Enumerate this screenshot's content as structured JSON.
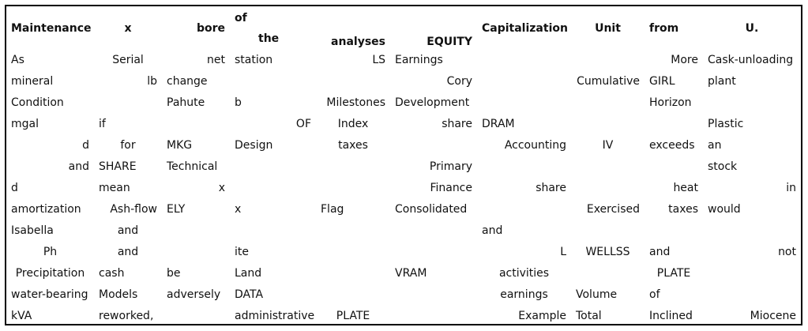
{
  "headers": [
    {
      "text": "Maintenance",
      "align": "l"
    },
    {
      "text": "x",
      "align": "c"
    },
    {
      "text": "bore",
      "align": "r"
    },
    {
      "text_top": "of",
      "text_bottom": "the",
      "align": "split"
    },
    {
      "text": "analyses",
      "align": "r",
      "valign": "vb"
    },
    {
      "text": "EQUITY",
      "align": "r",
      "valign": "vb"
    },
    {
      "text": "Capitalization",
      "align": "c"
    },
    {
      "text": "Unit",
      "align": "c"
    },
    {
      "text": "from",
      "align": "l"
    },
    {
      "text": "U.",
      "align": "c"
    }
  ],
  "rows": [
    [
      [
        "As",
        "l"
      ],
      [
        "Serial",
        "c"
      ],
      [
        "net",
        "r"
      ],
      [
        "station",
        "l"
      ],
      [
        "LS",
        "r"
      ],
      [
        "Earnings",
        "l"
      ],
      [
        "",
        ""
      ],
      [
        "",
        ""
      ],
      [
        "More",
        "r"
      ],
      [
        "Cask-unloading",
        "l"
      ]
    ],
    [
      [
        "mineral",
        "l"
      ],
      [
        "lb",
        "r"
      ],
      [
        "change",
        "l"
      ],
      [
        "",
        ""
      ],
      [
        "",
        ""
      ],
      [
        "Cory",
        "r"
      ],
      [
        "",
        ""
      ],
      [
        "Cumulative",
        "r"
      ],
      [
        "GIRL",
        "l"
      ],
      [
        "plant",
        "l"
      ]
    ],
    [
      [
        "Condition",
        "l"
      ],
      [
        "",
        ""
      ],
      [
        "Pahute",
        "l"
      ],
      [
        "b",
        "l"
      ],
      [
        "Milestones",
        "r"
      ],
      [
        "Development",
        "l"
      ],
      [
        "",
        ""
      ],
      [
        "",
        ""
      ],
      [
        "Horizon",
        "l"
      ],
      [
        "",
        ""
      ]
    ],
    [
      [
        "mgal",
        "l"
      ],
      [
        "if",
        "l"
      ],
      [
        "",
        ""
      ],
      [
        "OF",
        "r"
      ],
      [
        "Index",
        "c"
      ],
      [
        "share",
        "r"
      ],
      [
        "DRAM",
        "l"
      ],
      [
        "",
        ""
      ],
      [
        "",
        ""
      ],
      [
        "Plastic",
        "l"
      ]
    ],
    [
      [
        "d",
        "r"
      ],
      [
        "for",
        "c"
      ],
      [
        "MKG",
        "l"
      ],
      [
        "Design",
        "l"
      ],
      [
        "taxes",
        "c"
      ],
      [
        "",
        ""
      ],
      [
        "Accounting",
        "r"
      ],
      [
        "IV",
        "c"
      ],
      [
        "exceeds",
        "l"
      ],
      [
        "an",
        "l"
      ]
    ],
    [
      [
        "and",
        "r"
      ],
      [
        "SHARE",
        "l"
      ],
      [
        "Technical",
        "l"
      ],
      [
        "",
        ""
      ],
      [
        "",
        ""
      ],
      [
        "Primary",
        "r"
      ],
      [
        "",
        ""
      ],
      [
        "",
        ""
      ],
      [
        "",
        ""
      ],
      [
        "stock",
        "l"
      ]
    ],
    [
      [
        "d",
        "l"
      ],
      [
        "mean",
        "l"
      ],
      [
        "x",
        "r"
      ],
      [
        "",
        ""
      ],
      [
        "",
        ""
      ],
      [
        "Finance",
        "r"
      ],
      [
        "share",
        "r"
      ],
      [
        "",
        ""
      ],
      [
        "heat",
        "r"
      ],
      [
        "in",
        "r"
      ]
    ],
    [
      [
        "amortization",
        "l"
      ],
      [
        "Ash-flow",
        "r"
      ],
      [
        "ELY",
        "l"
      ],
      [
        "x",
        "l"
      ],
      [
        "Flag",
        "l"
      ],
      [
        "Consolidated",
        "l"
      ],
      [
        "",
        ""
      ],
      [
        "Exercised",
        "r"
      ],
      [
        "taxes",
        "r"
      ],
      [
        "would",
        "l"
      ]
    ],
    [
      [
        "Isabella",
        "l"
      ],
      [
        "and",
        "c"
      ],
      [
        "",
        ""
      ],
      [
        "",
        ""
      ],
      [
        "",
        ""
      ],
      [
        "",
        ""
      ],
      [
        "and",
        "l"
      ],
      [
        "",
        ""
      ],
      [
        "",
        ""
      ],
      [
        "",
        ""
      ]
    ],
    [
      [
        "Ph",
        "c"
      ],
      [
        "and",
        "c"
      ],
      [
        "",
        ""
      ],
      [
        "ite",
        "l"
      ],
      [
        "",
        ""
      ],
      [
        "",
        ""
      ],
      [
        "L",
        "r"
      ],
      [
        "WELLSS",
        "c"
      ],
      [
        "and",
        "l"
      ],
      [
        "not",
        "r"
      ]
    ],
    [
      [
        "Precipitation",
        "c"
      ],
      [
        "cash",
        "l"
      ],
      [
        "be",
        "l"
      ],
      [
        "Land",
        "l"
      ],
      [
        "",
        ""
      ],
      [
        "VRAM",
        "l"
      ],
      [
        "activities",
        "c"
      ],
      [
        "",
        ""
      ],
      [
        "PLATE",
        "c"
      ],
      [
        "",
        ""
      ]
    ],
    [
      [
        "water-bearing",
        "l"
      ],
      [
        "Models",
        "l"
      ],
      [
        "adversely",
        "l"
      ],
      [
        "DATA",
        "l"
      ],
      [
        "",
        ""
      ],
      [
        "",
        ""
      ],
      [
        "earnings",
        "c"
      ],
      [
        "Volume",
        "l"
      ],
      [
        "of",
        "l"
      ],
      [
        "",
        ""
      ]
    ],
    [
      [
        "kVA",
        "l"
      ],
      [
        "reworked,",
        "l"
      ],
      [
        "",
        ""
      ],
      [
        "administrative",
        "l"
      ],
      [
        "PLATE",
        "c"
      ],
      [
        "",
        ""
      ],
      [
        "Example",
        "r"
      ],
      [
        "Total",
        "l"
      ],
      [
        "Inclined",
        "l"
      ],
      [
        "Miocene",
        "r"
      ]
    ]
  ]
}
